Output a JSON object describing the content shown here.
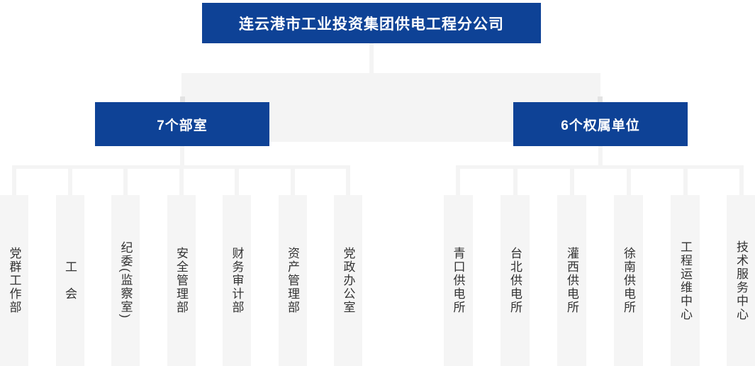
{
  "chart": {
    "root_label": "连云港市工业投资集团供电工程分公司",
    "groups": [
      {
        "label": "7个部室",
        "children": [
          "党群工作部",
          "工　会",
          "纪委(监察室)",
          "安全管理部",
          "财务审计部",
          "资产管理部",
          "党政办公室"
        ]
      },
      {
        "label": "6个权属单位",
        "children": [
          "青口供电所",
          "台北供电所",
          "灌西供电所",
          "徐南供电所",
          "工程运维中心",
          "技术服务中心"
        ]
      }
    ],
    "colors": {
      "primary_blue": "#0e4296",
      "connector_gray": "#f4f4f4",
      "unit_box_gray": "#f5f5f5",
      "nub_gray": "#e3e3e3",
      "unit_text": "#333333",
      "node_label_text": "#ffffff"
    }
  }
}
